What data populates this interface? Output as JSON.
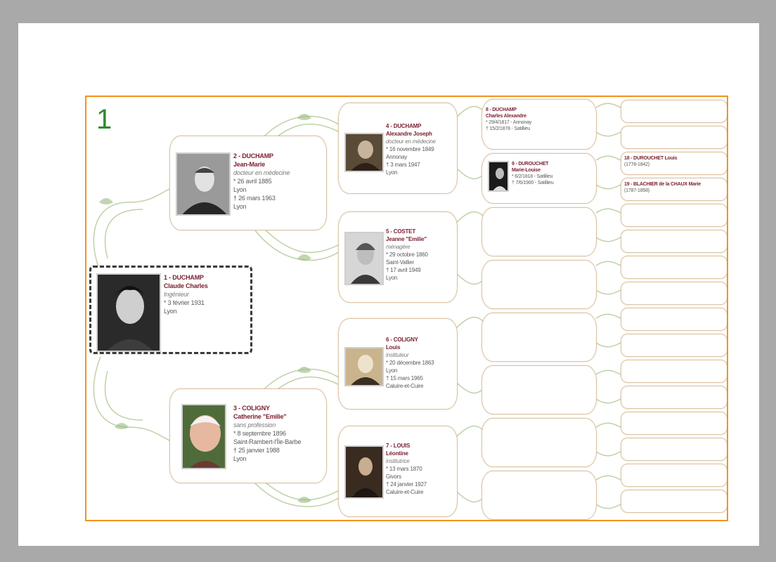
{
  "page_number": "1",
  "colors": {
    "border": "#f2931f",
    "name": "#7a1f2e",
    "card_border": "#dcc3a3",
    "page_number": "#2e8b2e"
  },
  "persons": {
    "p1": {
      "name": "1 - DUCHAMP",
      "given": "Claude Charles",
      "occupation": "Ingénieur",
      "birth": "* 3 février 1931",
      "birth_place": "Lyon"
    },
    "p2": {
      "name": "2 - DUCHAMP",
      "given": "Jean-Marie",
      "occupation": "docteur en médecine",
      "birth": "* 26 avril 1885",
      "birth_place": "Lyon",
      "death": "† 26 mars 1963",
      "death_place": "Lyon"
    },
    "p3": {
      "name": "3 - COLIGNY",
      "given": "Catherine \"Emilie\"",
      "occupation": "sans profession",
      "birth": "* 8 septembre 1896",
      "birth_place": "Saint-Rambert-l'Île-Barbe",
      "death": "† 25 janvier 1988",
      "death_place": "Lyon"
    },
    "p4": {
      "name": "4 - DUCHAMP",
      "given": "Alexandre Joseph",
      "occupation": "docteur en médecine",
      "birth": "* 16 novembre 1849",
      "birth_place": "Annonay",
      "death": "† 3 mars 1947",
      "death_place": "Lyon"
    },
    "p5": {
      "name": "5 - COSTET",
      "given": "Jeanne \"Emilie\"",
      "occupation": "ménagère",
      "birth": "* 29 octobre 1860",
      "birth_place": "Saint-Vallier",
      "death": "† 17 avril 1949",
      "death_place": "Lyon"
    },
    "p6": {
      "name": "6 - COLIGNY",
      "given": "Louis",
      "occupation": "instituteur",
      "birth": "* 20 décembre 1863",
      "birth_place": "Lyon",
      "death": "† 15 mars 1965",
      "death_place": "Caluire-et-Cuire"
    },
    "p7": {
      "name": "7 - LOUIS",
      "given": "Léontine",
      "occupation": "institutrice",
      "birth": "* 13 mars 1870",
      "birth_place": "Givors",
      "death": "† 24 janvier 1927",
      "death_place": "Caluire-et-Cuire"
    },
    "p8": {
      "name": "8 - DUCHAMP",
      "given": "Charles Alexandre",
      "birth": "* 29/4/1817 - Annonay",
      "death": "† 15/2/1878 - Satillieu"
    },
    "p9": {
      "name": "9 - DUROUCHET",
      "given": "Marie-Louise",
      "birth": "* 6/2/1818 - Satillieu",
      "death": "† 7/6/1900 - Satillieu"
    },
    "p18": {
      "name": "18 - DUROUCHET Louis",
      "dates": "(1778-1842)"
    },
    "p19": {
      "name": "19 - BLACHIER de la CHAUX Marie",
      "dates": "(1787-1858)"
    }
  }
}
